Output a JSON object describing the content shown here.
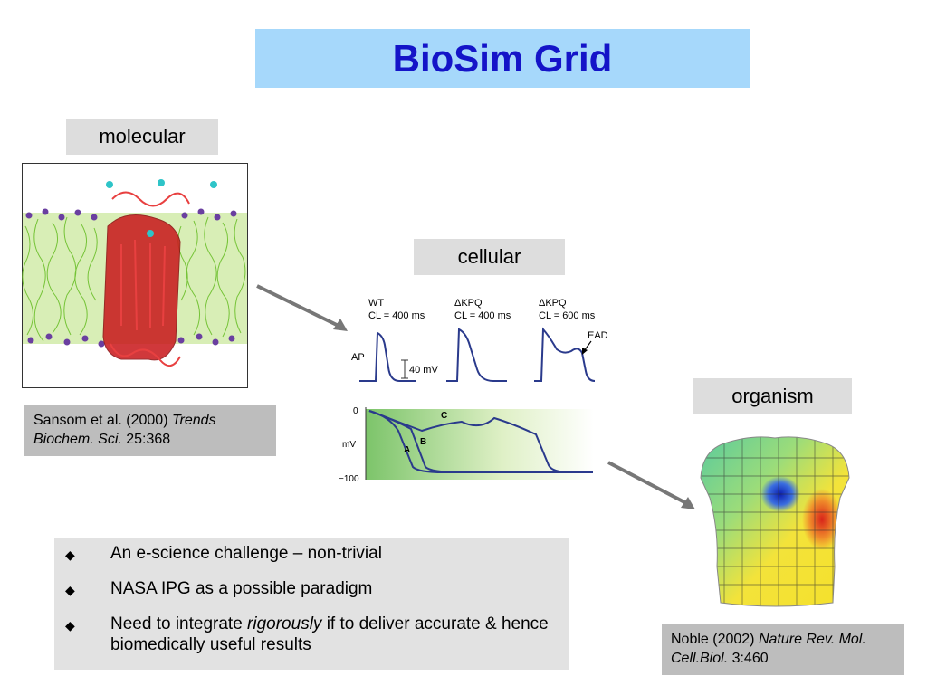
{
  "title": "BioSim Grid",
  "labels": {
    "molecular": "molecular",
    "cellular": "cellular",
    "organism": "organism"
  },
  "citations": {
    "molecular": {
      "authors": "Sansom et al. (2000) ",
      "journal": "Trends Biochem. Sci.",
      "ref": " 25:368"
    },
    "organism": {
      "authors": "Noble (2002) ",
      "journal": "Nature Rev. Mol. Cell.Biol.",
      "ref": " 3:460"
    }
  },
  "bullets": [
    {
      "pre": "An e-science challenge – non-trivial",
      "em": "",
      "post": ""
    },
    {
      "pre": "NASA IPG as a possible paradigm",
      "em": "",
      "post": ""
    },
    {
      "pre": "Need to integrate ",
      "em": "rigorously",
      "post": " if to deliver accurate & hence biomedically useful results"
    }
  ],
  "bullet_marker": "◆",
  "action_potentials": {
    "panels": [
      {
        "line1": "WT",
        "line2": "CL = 400 ms"
      },
      {
        "line1": "ΔKPQ",
        "line2": "CL = 400 ms"
      },
      {
        "line1": "ΔKPQ",
        "line2": "CL = 600 ms"
      }
    ],
    "ap_label": "AP",
    "scale_label": "40 mV",
    "ead_label": "EAD"
  },
  "voltage_plot": {
    "y_top": "0",
    "y_bottom": "−100",
    "y_label": "mV",
    "curve_labels": [
      "A",
      "B",
      "C"
    ]
  },
  "colors": {
    "title_bg": "#a6d8fb",
    "title_text": "#1414c8",
    "label_bg": "#dddddd",
    "cite_bg": "#bdbdbd",
    "bullet_bg": "#e2e2e2",
    "trace": "#2a3a8c"
  }
}
